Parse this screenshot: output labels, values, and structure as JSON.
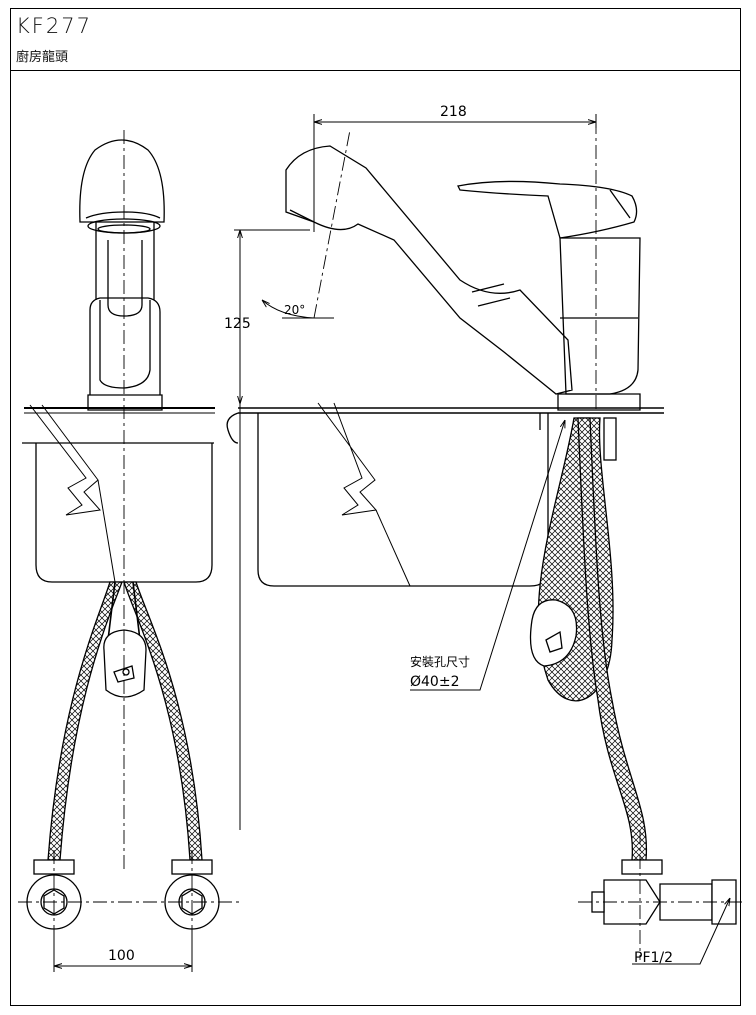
{
  "header": {
    "model_code": "KF277",
    "product_name": "廚房龍頭"
  },
  "dimensions": {
    "spout_reach": "218",
    "spout_height": "125",
    "pullout_angle": "20°",
    "inlet_spacing": "100"
  },
  "annotations": {
    "mounting_hole_label": "安裝孔尺寸",
    "mounting_hole_size": "Ø40±2",
    "inlet_thread": "PF1/2"
  }
}
